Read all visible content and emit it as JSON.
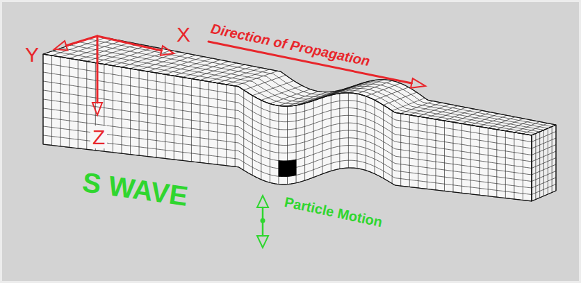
{
  "diagram": {
    "labels": [
      "X",
      "Y",
      "Z",
      "Direction of Propagation",
      "S WAVE",
      "Particle Motion"
    ]
  }
}
